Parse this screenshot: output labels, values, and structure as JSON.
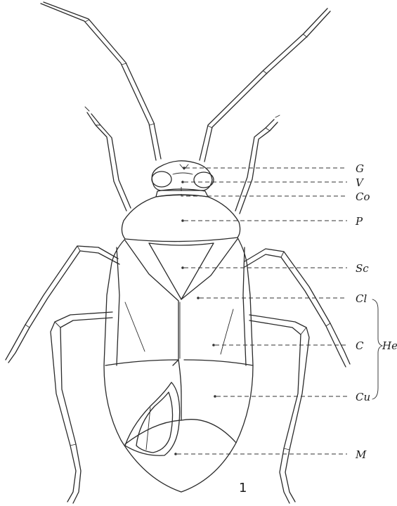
{
  "figure_number": "1",
  "labels": {
    "G": "G",
    "V": "V",
    "Co": "Co",
    "P": "P",
    "Sc": "Sc",
    "Cl": "Cl",
    "C": "C",
    "Cu": "Cu",
    "M": "M",
    "He": "He"
  }
}
